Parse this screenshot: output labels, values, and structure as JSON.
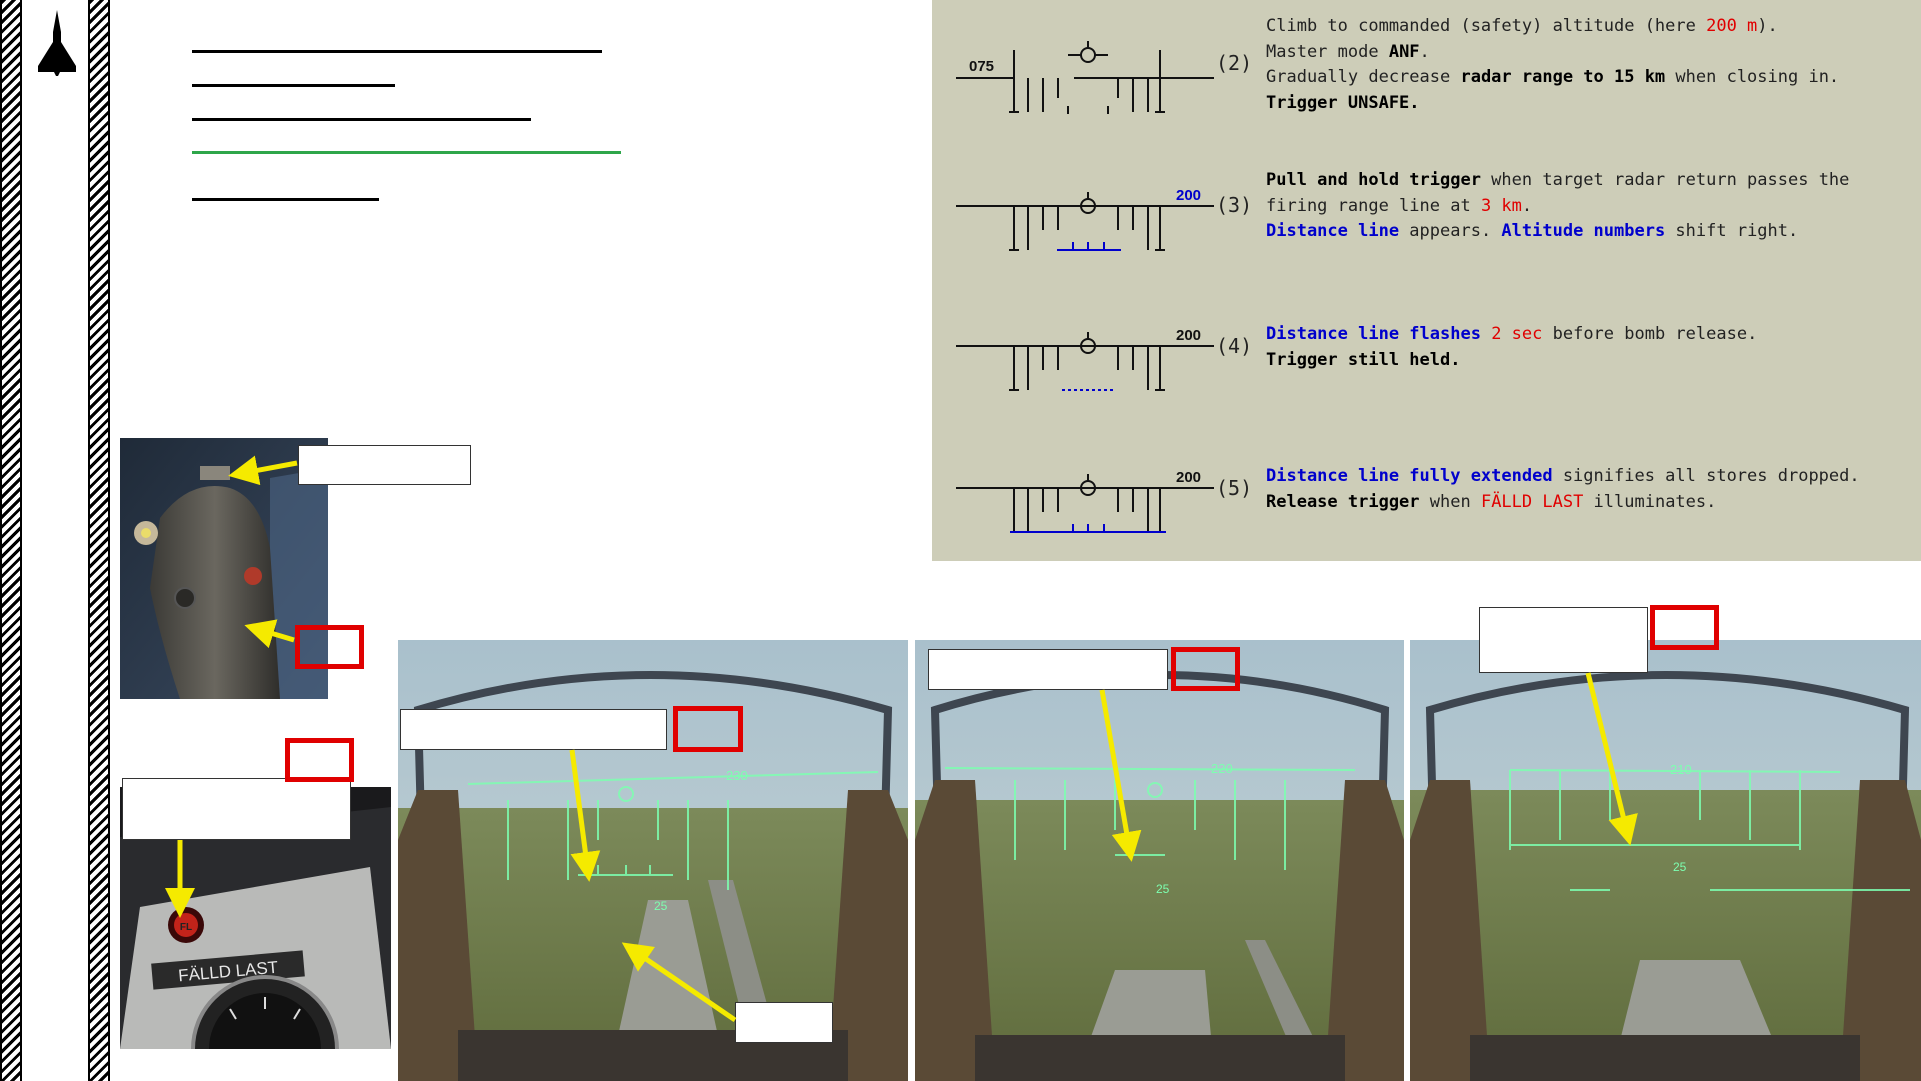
{
  "panel": {
    "steps": [
      {
        "number": "(2)",
        "altitude_label": "075",
        "lines": [
          [
            {
              "t": "Climb to commanded (safety) altitude (here "
            },
            {
              "t": "200 m",
              "c": "red"
            },
            {
              "t": ")."
            }
          ],
          [
            {
              "t": "Master mode "
            },
            {
              "t": "ANF",
              "c": "b"
            },
            {
              "t": "."
            }
          ],
          [
            {
              "t": "Gradually decrease "
            },
            {
              "t": "radar range to 15 km",
              "c": "b"
            },
            {
              "t": " when closing in."
            }
          ],
          [
            {
              "t": "Trigger UNSAFE.",
              "c": "b"
            }
          ]
        ]
      },
      {
        "number": "(3)",
        "altitude_label": "200",
        "lines": [
          [
            {
              "t": "Pull and hold trigger",
              "c": "b"
            },
            {
              "t": " when target radar return passes the"
            }
          ],
          [
            {
              "t": "firing range line at "
            },
            {
              "t": "3 km",
              "c": "red"
            },
            {
              "t": "."
            }
          ],
          [
            {
              "t": "Distance line",
              "c": "blue"
            },
            {
              "t": " appears. "
            },
            {
              "t": "Altitude numbers",
              "c": "blue"
            },
            {
              "t": " shift right."
            }
          ]
        ]
      },
      {
        "number": "(4)",
        "altitude_label": "200",
        "lines": [
          [
            {
              "t": "Distance line flashes",
              "c": "blue"
            },
            {
              "t": " "
            },
            {
              "t": "2 sec",
              "c": "red"
            },
            {
              "t": " before bomb release."
            }
          ],
          [
            {
              "t": "Trigger still held.",
              "c": "b"
            }
          ]
        ]
      },
      {
        "number": "(5)",
        "altitude_label": "200",
        "lines": [
          [
            {
              "t": "Distance line fully extended",
              "c": "blue"
            },
            {
              "t": " signifies all stores dropped."
            }
          ],
          [
            {
              "t": "Release trigger",
              "c": "b"
            },
            {
              "t": " when "
            },
            {
              "t": "FÄLLD LAST",
              "c": "red"
            },
            {
              "t": " illuminates."
            }
          ]
        ]
      }
    ]
  },
  "photos": {
    "fallload_placard": "FÄLLD LAST",
    "lamp_label": "FL",
    "hud1_alt": "230",
    "hud1_range": "25",
    "hud2_alt": "220",
    "hud2_range": "25",
    "hud3_alt": "210",
    "hud3_range": "25"
  },
  "colors": {
    "panel_bg": "#cdcdb8",
    "accent_red": "#e00000",
    "accent_blue": "#0000cc",
    "arrow_yellow": "#f5ea00",
    "hud_green": "#7dffb0",
    "heading_green": "#2ea64a"
  }
}
